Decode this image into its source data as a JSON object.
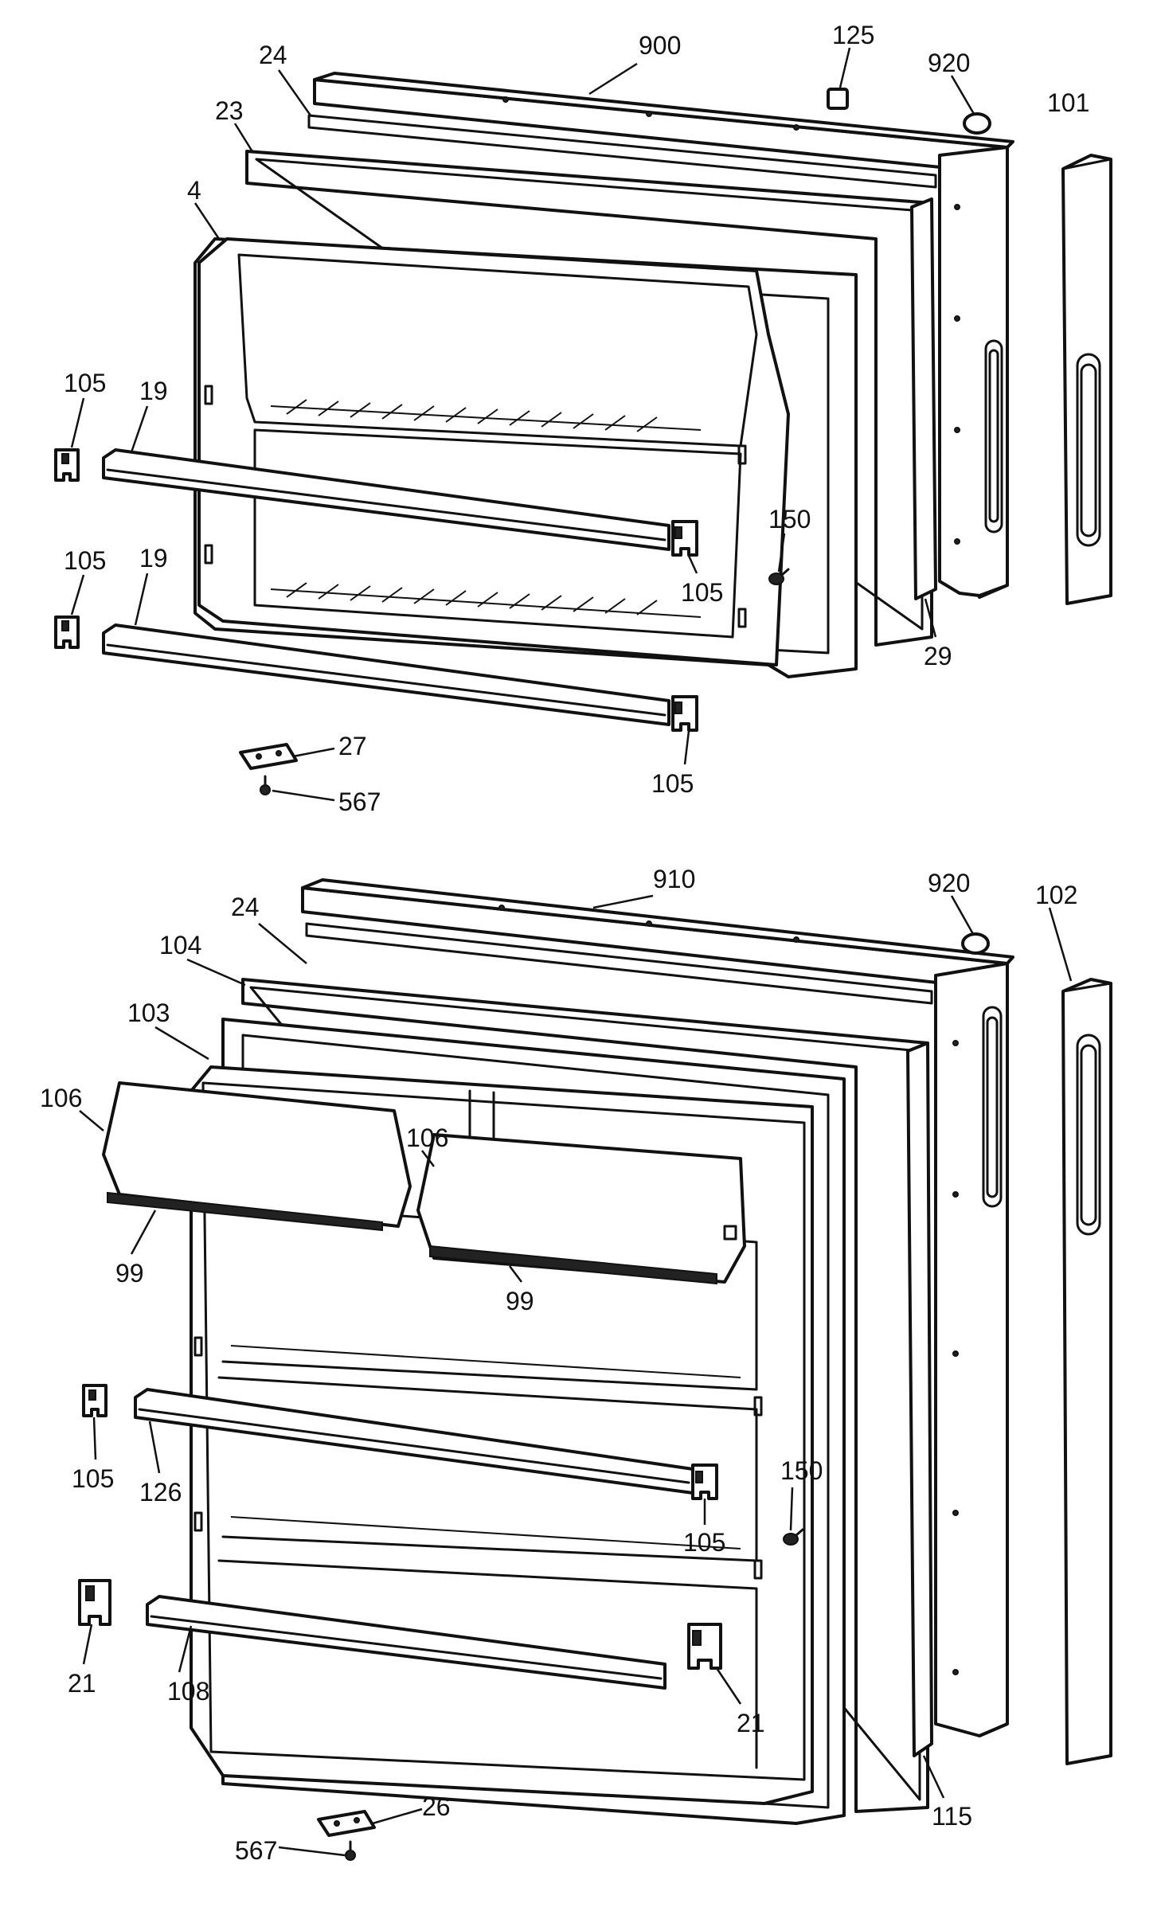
{
  "callouts": {
    "c900": "900",
    "c125": "125",
    "c920_top": "920",
    "c101": "101",
    "c24_top": "24",
    "c23": "23",
    "c4": "4",
    "c105_a": "105",
    "c19_a": "19",
    "c150_top": "150",
    "c105_b": "105",
    "c105_c": "105",
    "c19_b": "19",
    "c29": "29",
    "c105_d": "105",
    "c27": "27",
    "c567_top": "567",
    "c910": "910",
    "c920_bot": "920",
    "c102": "102",
    "c24_bot": "24",
    "c104": "104",
    "c103": "103",
    "c106_a": "106",
    "c106_b": "106",
    "c99_a": "99",
    "c99_b": "99",
    "c105_e": "105",
    "c126": "126",
    "c150_bot": "150",
    "c105_f": "105",
    "c21_a": "21",
    "c108": "108",
    "c21_b": "21",
    "c115": "115",
    "c26": "26",
    "c567_bot": "567"
  }
}
